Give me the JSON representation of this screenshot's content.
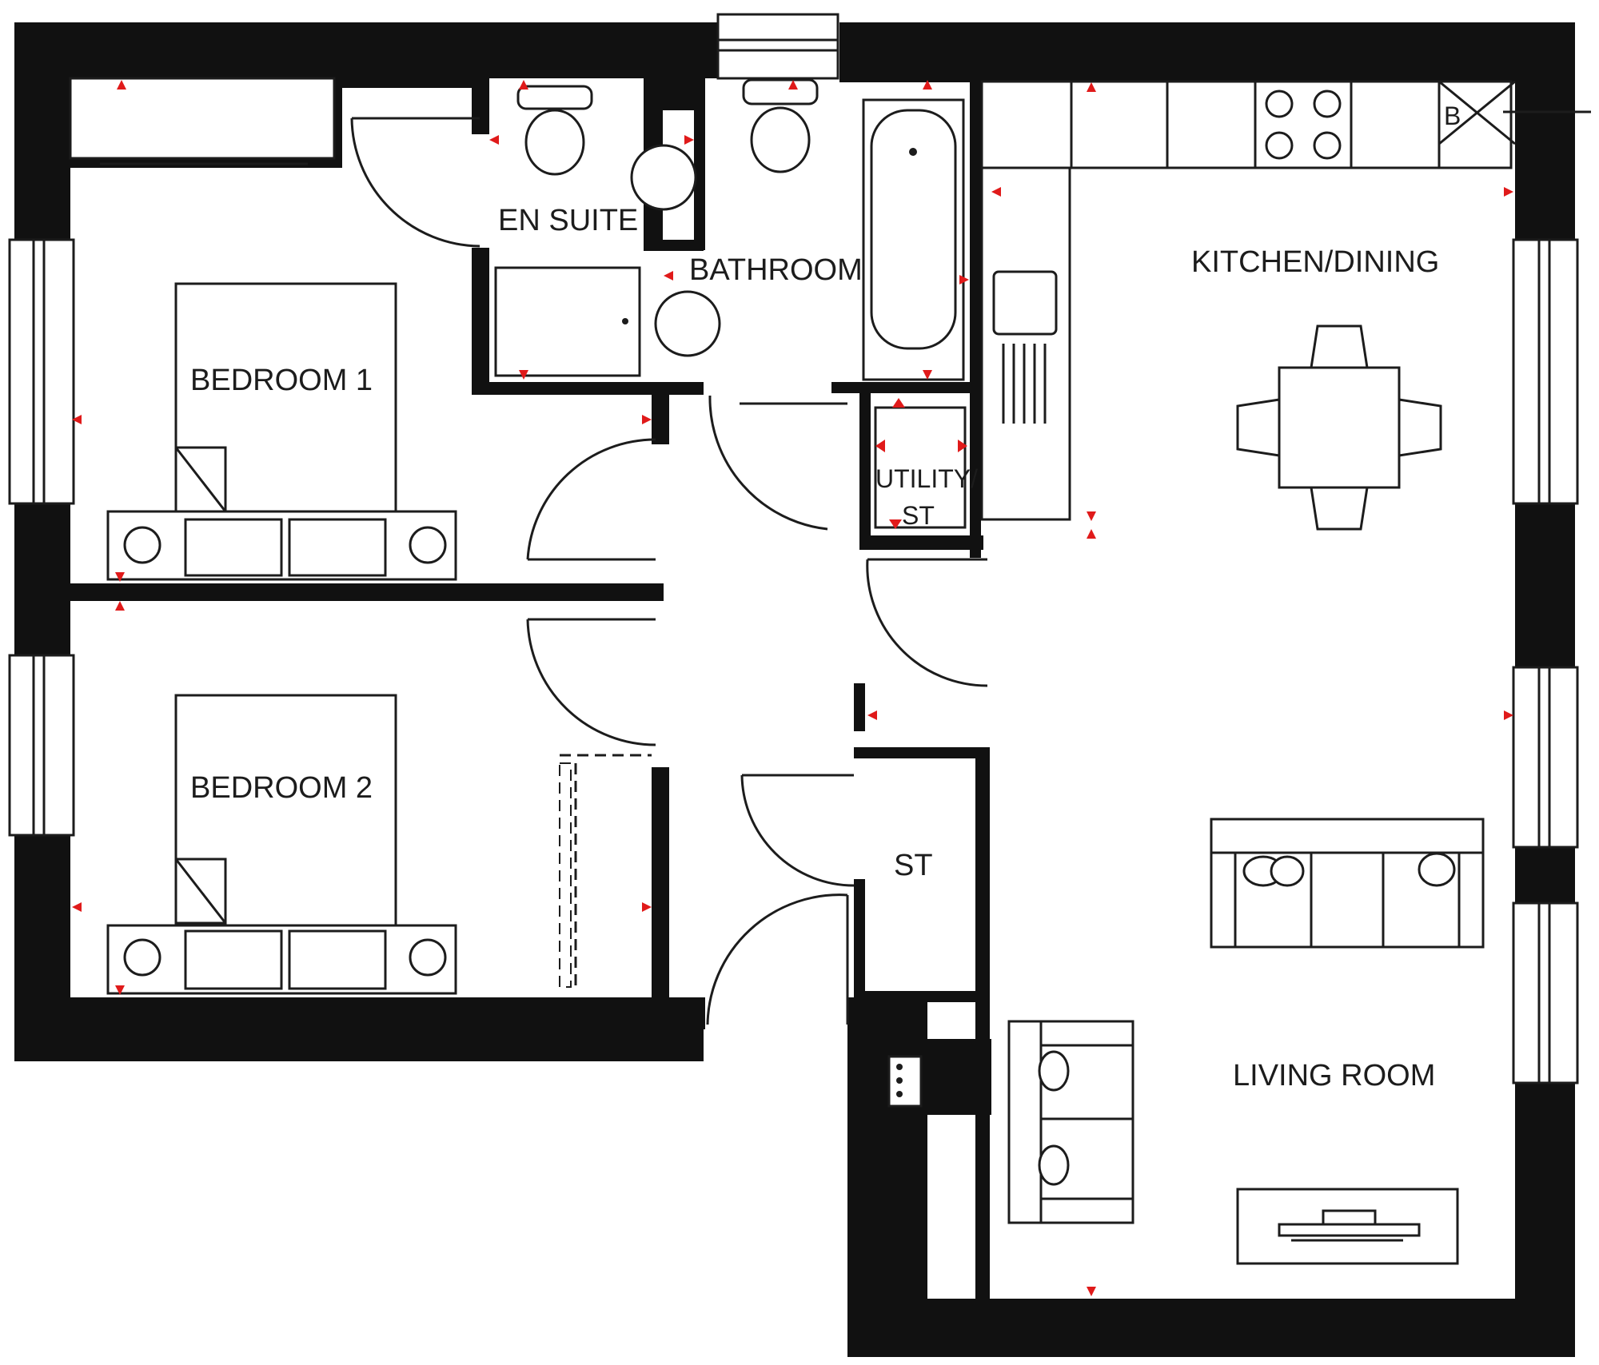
{
  "rooms": {
    "bedroom_1": "BEDROOM 1",
    "bedroom_2": "BEDROOM 2",
    "en_suite": "EN SUITE",
    "bathroom": "BATHROOM",
    "utility_line1": "UTILITY/",
    "utility_line2": "ST",
    "store": "ST",
    "kitchen_dining": "KITCHEN/DINING",
    "living_room": "LIVING ROOM"
  },
  "fixtures": {
    "boiler_label": "B"
  },
  "colors": {
    "wall": "#111111",
    "marker": "#e01a1a",
    "line": "#1c1c1c",
    "background": "#ffffff"
  }
}
